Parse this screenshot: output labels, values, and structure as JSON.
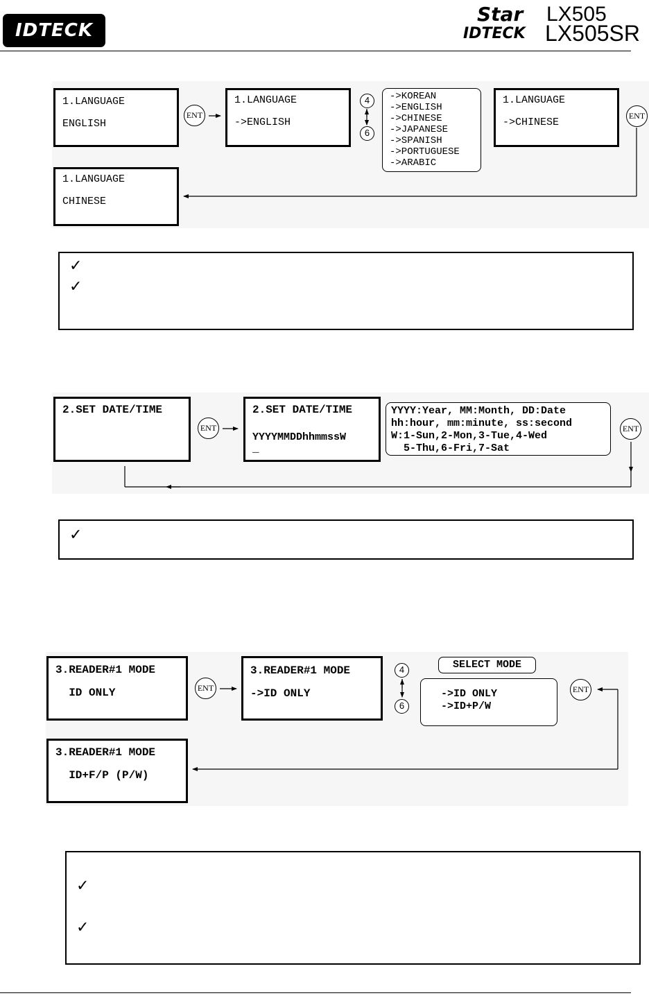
{
  "header": {
    "logo_text": "IDTECK",
    "product_line1_brand": "Star",
    "product_line1_model": "LX505",
    "product_line2_brand": "IDTECK",
    "product_line2_model": "LX505SR"
  },
  "section_language": {
    "screen1": [
      "1.LANGUAGE",
      "ENGLISH"
    ],
    "ent_label": "ENT",
    "screen2": [
      "1.LANGUAGE",
      "->ENGLISH"
    ],
    "key_up": "4",
    "key_down": "6",
    "options": [
      "->KOREAN",
      "->ENGLISH",
      "->CHINESE",
      "->JAPANESE",
      "->SPANISH",
      "->PORTUGUESE",
      "->ARABIC"
    ],
    "screen3": [
      "1.LANGUAGE",
      "->CHINESE"
    ],
    "screen4": [
      "1.LANGUAGE",
      "CHINESE"
    ]
  },
  "section_datetime": {
    "screen1": [
      "2.SET DATE/TIME"
    ],
    "ent_label": "ENT",
    "screen2": [
      "2.SET DATE/TIME",
      "YYYYMMDDhhmmssW",
      "_"
    ],
    "legend": [
      "YYYY:Year, MM:Month, DD:Date",
      "hh:hour, mm:minute, ss:second",
      "W:1-Sun,2-Mon,3-Tue,4-Wed",
      "  5-Thu,6-Fri,7-Sat"
    ]
  },
  "section_reader": {
    "screen1": [
      "3.READER#1 MODE",
      "  ID ONLY"
    ],
    "ent_label": "ENT",
    "screen2": [
      "3.READER#1 MODE",
      "->ID ONLY"
    ],
    "key_up": "4",
    "key_down": "6",
    "select_title": "SELECT MODE",
    "select_options": [
      "->ID ONLY",
      "->ID+P/W"
    ],
    "screen3": [
      "3.READER#1 MODE",
      "  ID+F/P (P/W)"
    ]
  },
  "notes": {
    "check_symbol": "✓"
  }
}
